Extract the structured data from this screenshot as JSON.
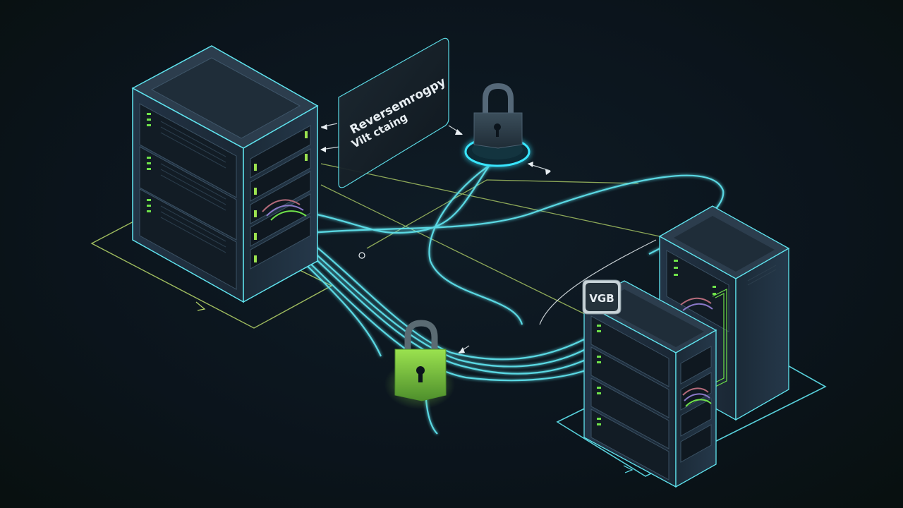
{
  "proxy_panel": {
    "line1": "Reversemrogpy",
    "line2": "Vilt ctaing"
  },
  "server_badge": {
    "label": "VGB"
  },
  "colors": {
    "background": "#0b141c",
    "cable_cyan": "#5fe3ee",
    "platform_lime": "#b8d86a",
    "lock_glow_cyan": "#39e6ff",
    "lock_glow_green": "#8be04a",
    "led_green": "#6fe24a"
  },
  "icons": [
    "lock-icon",
    "lock-icon",
    "server-rack",
    "server-rack",
    "server-rack"
  ]
}
